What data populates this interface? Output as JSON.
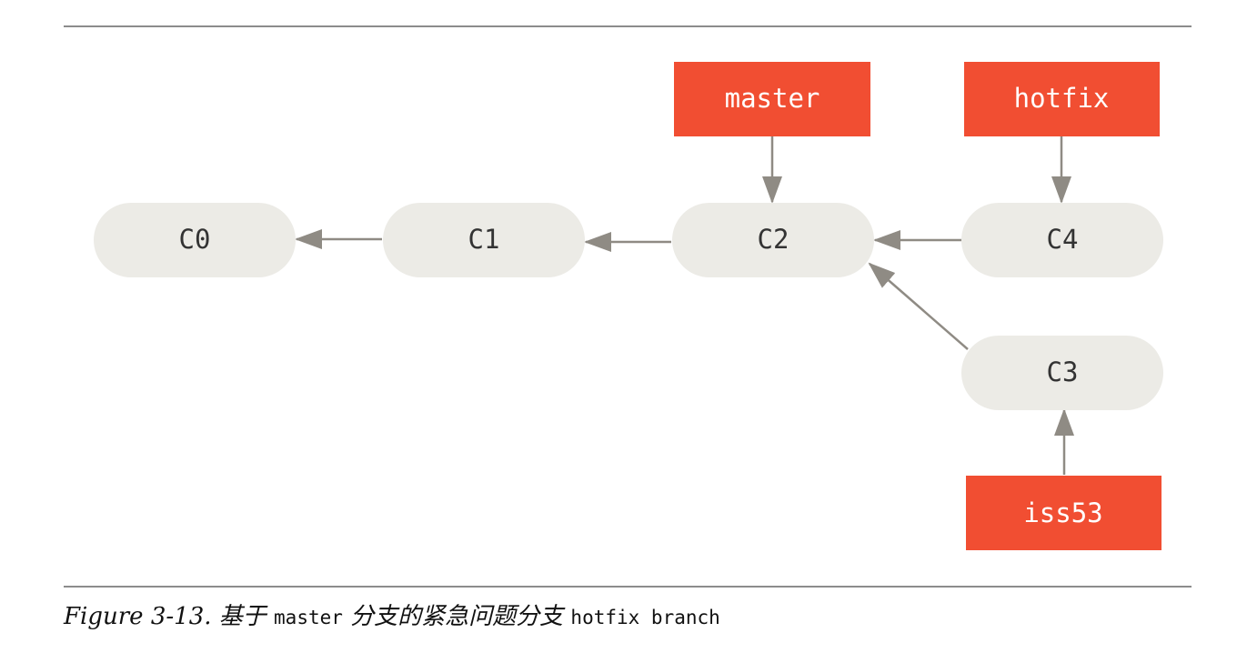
{
  "commits": [
    {
      "id": "c0",
      "label": "C0"
    },
    {
      "id": "c1",
      "label": "C1"
    },
    {
      "id": "c2",
      "label": "C2"
    },
    {
      "id": "c3",
      "label": "C3"
    },
    {
      "id": "c4",
      "label": "C4"
    }
  ],
  "branches": [
    {
      "id": "master",
      "label": "master",
      "points_to": "C2"
    },
    {
      "id": "hotfix",
      "label": "hotfix",
      "points_to": "C4"
    },
    {
      "id": "iss53",
      "label": "iss53",
      "points_to": "C3"
    }
  ],
  "edges": [
    {
      "from": "C1",
      "to": "C0"
    },
    {
      "from": "C2",
      "to": "C1"
    },
    {
      "from": "C4",
      "to": "C2"
    },
    {
      "from": "C3",
      "to": "C2"
    }
  ],
  "caption": {
    "figure": "Figure 3-13.",
    "text_1": " 基于 ",
    "code_1": "master",
    "text_2": " 分支的紧急问题分支 ",
    "code_2": "hotfix branch"
  },
  "colors": {
    "commit_fill": "#ecebe6",
    "branch_fill": "#f14e32",
    "arrow": "#8f8b84",
    "rule": "#8c8c8c"
  }
}
